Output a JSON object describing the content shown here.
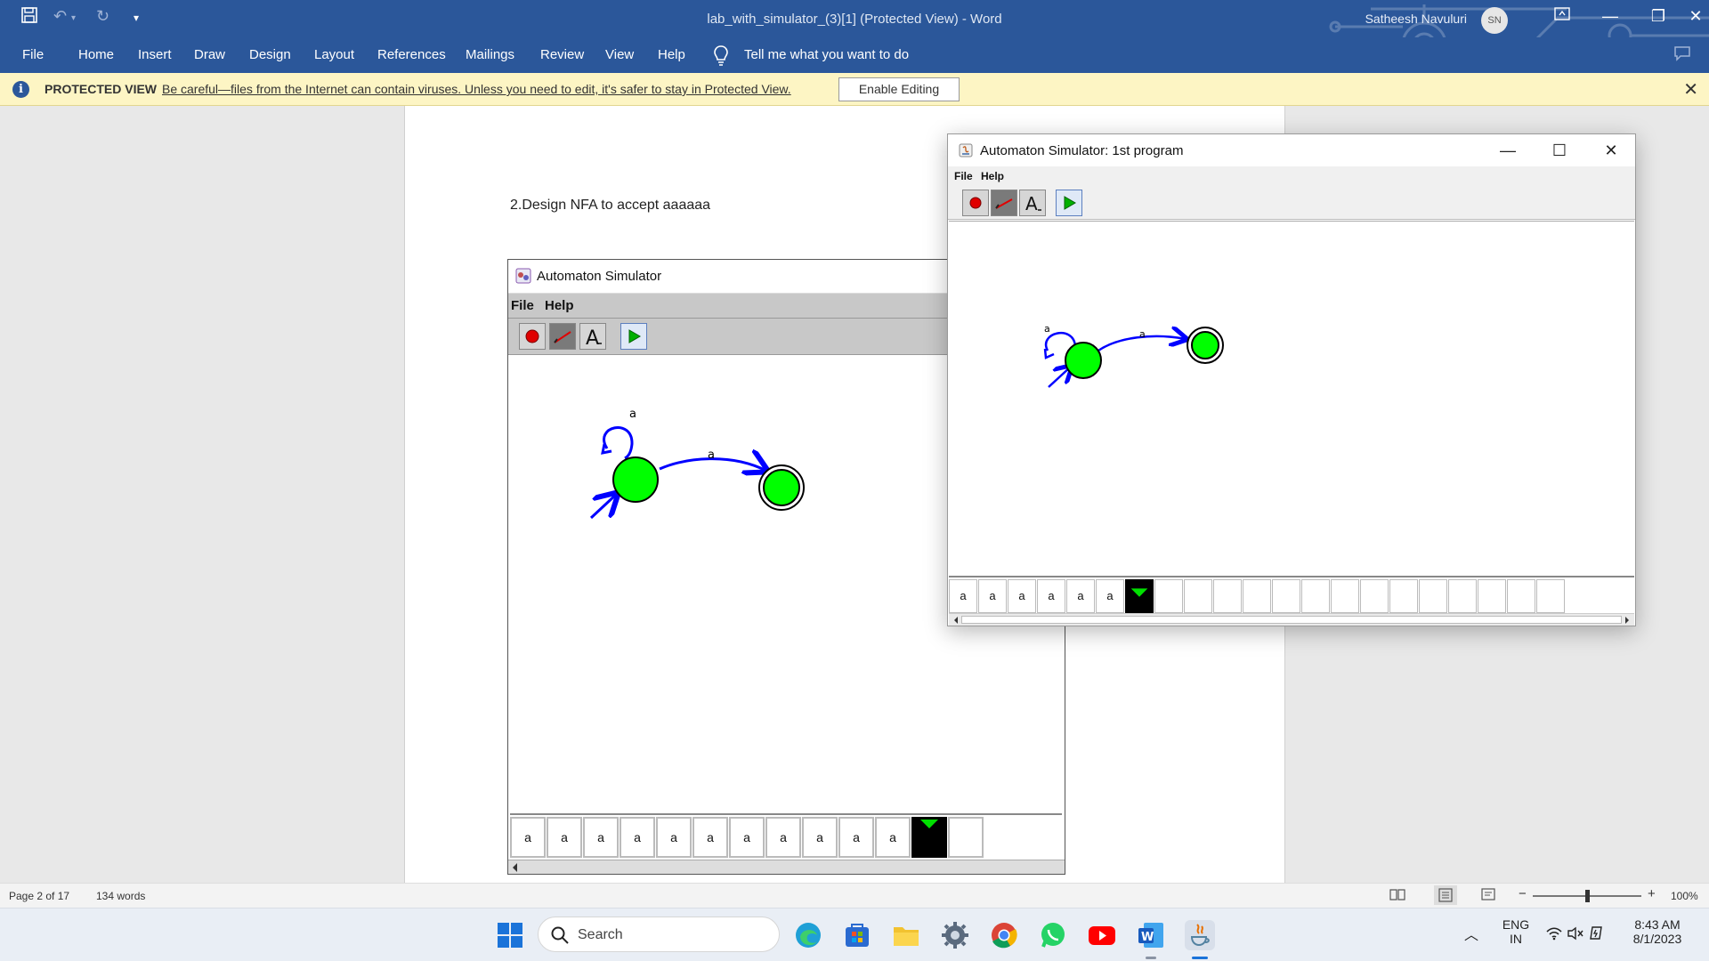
{
  "titlebar": {
    "doc_title": "lab_with_simulator_(3)[1] (Protected View)  -  Word",
    "user_name": "Satheesh Navuluri",
    "user_initials": "SN"
  },
  "ribbon": {
    "tabs": [
      "File",
      "Home",
      "Insert",
      "Draw",
      "Design",
      "Layout",
      "References",
      "Mailings",
      "Review",
      "View",
      "Help"
    ],
    "tell_me": "Tell me what you want to do"
  },
  "protected_view": {
    "label": "PROTECTED VIEW",
    "message": "Be careful—files from the Internet can contain viruses. Unless you need to edit, it's safer to stay in Protected View.",
    "enable_button": "Enable Editing"
  },
  "document": {
    "heading": "2.Design  NFA  to accept   aaaaaa"
  },
  "embedded_sim": {
    "title": "Automaton Simulator",
    "menu": [
      "File",
      "Help"
    ],
    "loop_label": "a",
    "edge_label": "a",
    "tape": [
      "a",
      "a",
      "a",
      "a",
      "a",
      "a",
      "a",
      "a",
      "a",
      "a",
      "a"
    ]
  },
  "window_sim": {
    "title": "Automaton Simulator: 1st program",
    "menu": [
      "File",
      "Help"
    ],
    "loop_label": "a",
    "edge_label": "a",
    "tape": [
      "a",
      "a",
      "a",
      "a",
      "a",
      "a"
    ]
  },
  "status": {
    "page": "Page 2 of 17",
    "words": "134 words",
    "zoom": "100%"
  },
  "taskbar": {
    "search_placeholder": "Search",
    "lang": "ENG",
    "region": "IN",
    "time": "8:43 AM",
    "date": "8/1/2023"
  },
  "colors": {
    "word_blue": "#2b579a",
    "state_fill": "#00ff00",
    "edge": "#0000ff",
    "warning_bar": "#fdf5c4"
  }
}
